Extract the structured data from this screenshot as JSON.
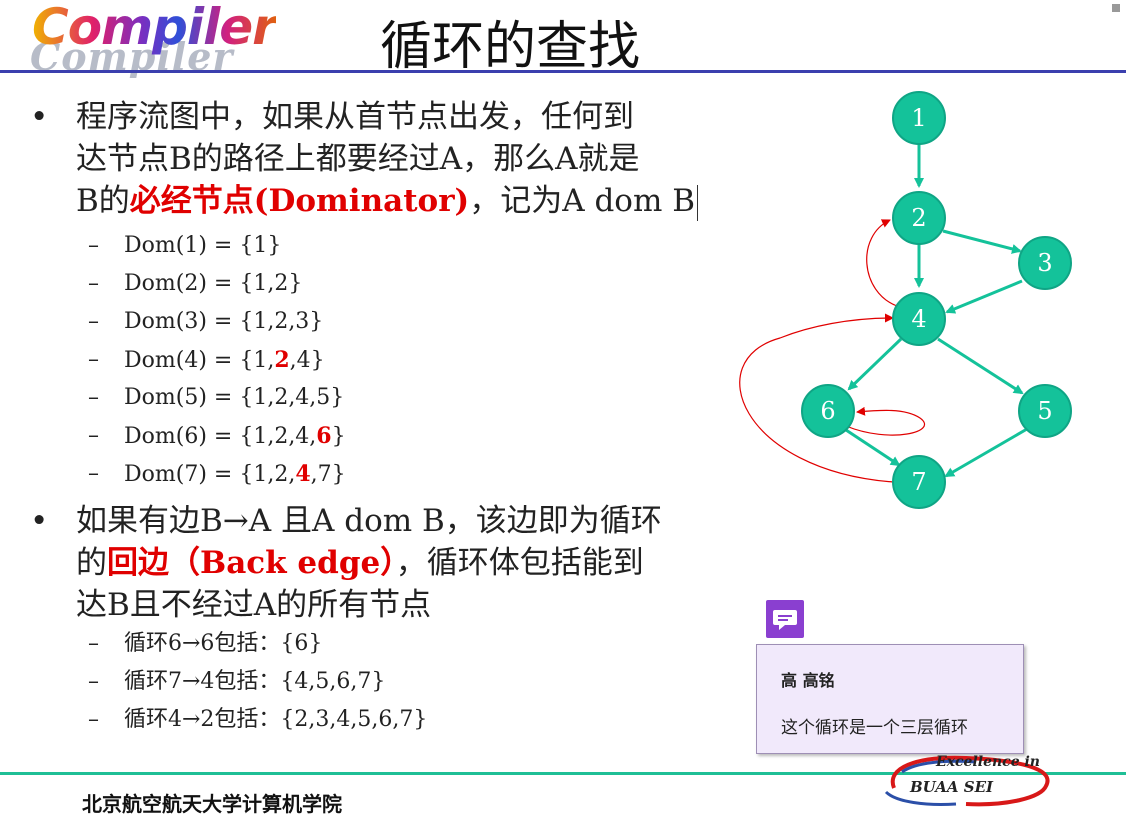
{
  "header": {
    "logo_text": "Compiler",
    "title": "循环的查找"
  },
  "bullet1": {
    "line1": "程序流图中，如果从首节点出发，任何到",
    "line2": "达节点B的路径上都要经过A，那么A就是",
    "line3_a": "B的",
    "line3_red": "必经节点(Dominator)",
    "line3_b": "，记为A dom B"
  },
  "dom_items": [
    {
      "pre": "Dom(1) = {1}",
      "red": "",
      "post": ""
    },
    {
      "pre": "Dom(2) = {1,2}",
      "red": "",
      "post": ""
    },
    {
      "pre": "Dom(3) = {1,2,3}",
      "red": "",
      "post": ""
    },
    {
      "pre": "Dom(4) = {1,",
      "red": "2",
      "post": ",4}"
    },
    {
      "pre": "Dom(5) = {1,2,4,5}",
      "red": "",
      "post": ""
    },
    {
      "pre": "Dom(6) = {1,2,4,",
      "red": "6",
      "post": "}"
    },
    {
      "pre": "Dom(7) = {1,2,",
      "red": "4",
      "post": ",7}"
    }
  ],
  "bullet2": {
    "line1": "如果有边B→A 且A dom B，该边即为循环",
    "line2_a": "的",
    "line2_red": "回边（Back edge）",
    "line2_b": "，循环体包括能到",
    "line3": "达B且不经过A的所有节点"
  },
  "loop_items": [
    "循环6→6包括：{6}",
    "循环7→4包括：{4,5,6,7}",
    "循环4→2包括：{2,3,4,5,6,7}"
  ],
  "graph": {
    "nodes": [
      "1",
      "2",
      "3",
      "4",
      "5",
      "6",
      "7"
    ],
    "edges": [
      [
        "1",
        "2"
      ],
      [
        "2",
        "4"
      ],
      [
        "2",
        "3"
      ],
      [
        "3",
        "4"
      ],
      [
        "4",
        "6"
      ],
      [
        "4",
        "5"
      ],
      [
        "6",
        "7"
      ],
      [
        "5",
        "7"
      ]
    ],
    "back_edges": [
      [
        "4",
        "2"
      ],
      [
        "7",
        "4"
      ],
      [
        "6",
        "6"
      ]
    ],
    "node_color": "#14c29a",
    "edge_color": "#14c29a",
    "back_edge_color": "#e00000"
  },
  "comment": {
    "author": "高 高铭",
    "body": "这个循环是一个三层循环"
  },
  "footer": {
    "institution": "北京航空航天大学计算机学院",
    "brand_top": "Excellence in",
    "brand_bottom": "BUAA   SEI"
  },
  "colors": {
    "accent_red": "#e00000",
    "top_rule": "#3b3fae",
    "bottom_rule": "#1fbf96",
    "comment_icon": "#8a3fd0"
  }
}
